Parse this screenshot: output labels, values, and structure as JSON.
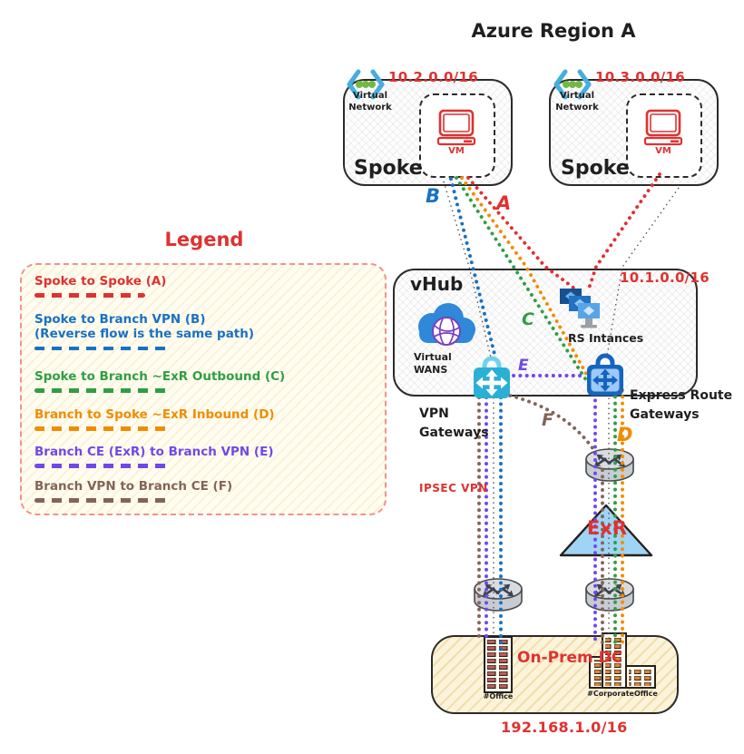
{
  "title": "Azure Region A",
  "colors": {
    "red": "#e03131",
    "blue": "#1971c2",
    "green": "#2f9e44",
    "orange": "#f08c00",
    "purple": "#7048e8",
    "brown": "#846358",
    "ink": "#1f1f1f",
    "vpn_gateway_cyan": "#2ab0d4",
    "er_gateway_blue": "#1565c0",
    "exr_triangle": "#9fd4f5"
  },
  "spokes": [
    {
      "cidr": "10.2.0.0/16",
      "label": "Spoke",
      "vm_label": "VM",
      "vnet_label": "Virtual\nNetwork"
    },
    {
      "cidr": "10.3.0.0/16",
      "label": "Spoke",
      "vm_label": "VM",
      "vnet_label": "Virtual\nNetwork"
    }
  ],
  "vhub": {
    "label": "vHub",
    "cidr": "10.1.0.0/16",
    "vwan_label": "Virtual\nWANS",
    "rs_label": "RS Intances"
  },
  "flow_labels": {
    "a": "A",
    "b": "B",
    "c": "C",
    "d": "D",
    "e": "E",
    "f": "F"
  },
  "gateway_labels": {
    "vpn": "VPN\nGateways",
    "express_route": "Express Route\nGateways",
    "ipsec": "IPSEC VPN"
  },
  "exr_label": "ExR",
  "onprem": {
    "label": "On-Prem DC",
    "cidr": "192.168.1.0/16",
    "office_label": "#Office",
    "corporate_label": "#CorporateOffice"
  },
  "legend": {
    "title": "Legend",
    "items": [
      {
        "text": "Spoke to Spoke (A)",
        "color": "#e03131"
      },
      {
        "text": "Spoke to Branch VPN (B)",
        "text2": "(Reverse flow is the same path)",
        "color": "#1971c2"
      },
      {
        "text": "Spoke to Branch ~ExR Outbound (C)",
        "color": "#2f9e44"
      },
      {
        "text": "Branch to Spoke ~ExR Inbound (D)",
        "color": "#f08c00"
      },
      {
        "text": "Branch CE (ExR) to Branch VPN (E)",
        "color": "#7048e8"
      },
      {
        "text": "Branch VPN to Branch CE (F)",
        "color": "#846358"
      }
    ]
  }
}
